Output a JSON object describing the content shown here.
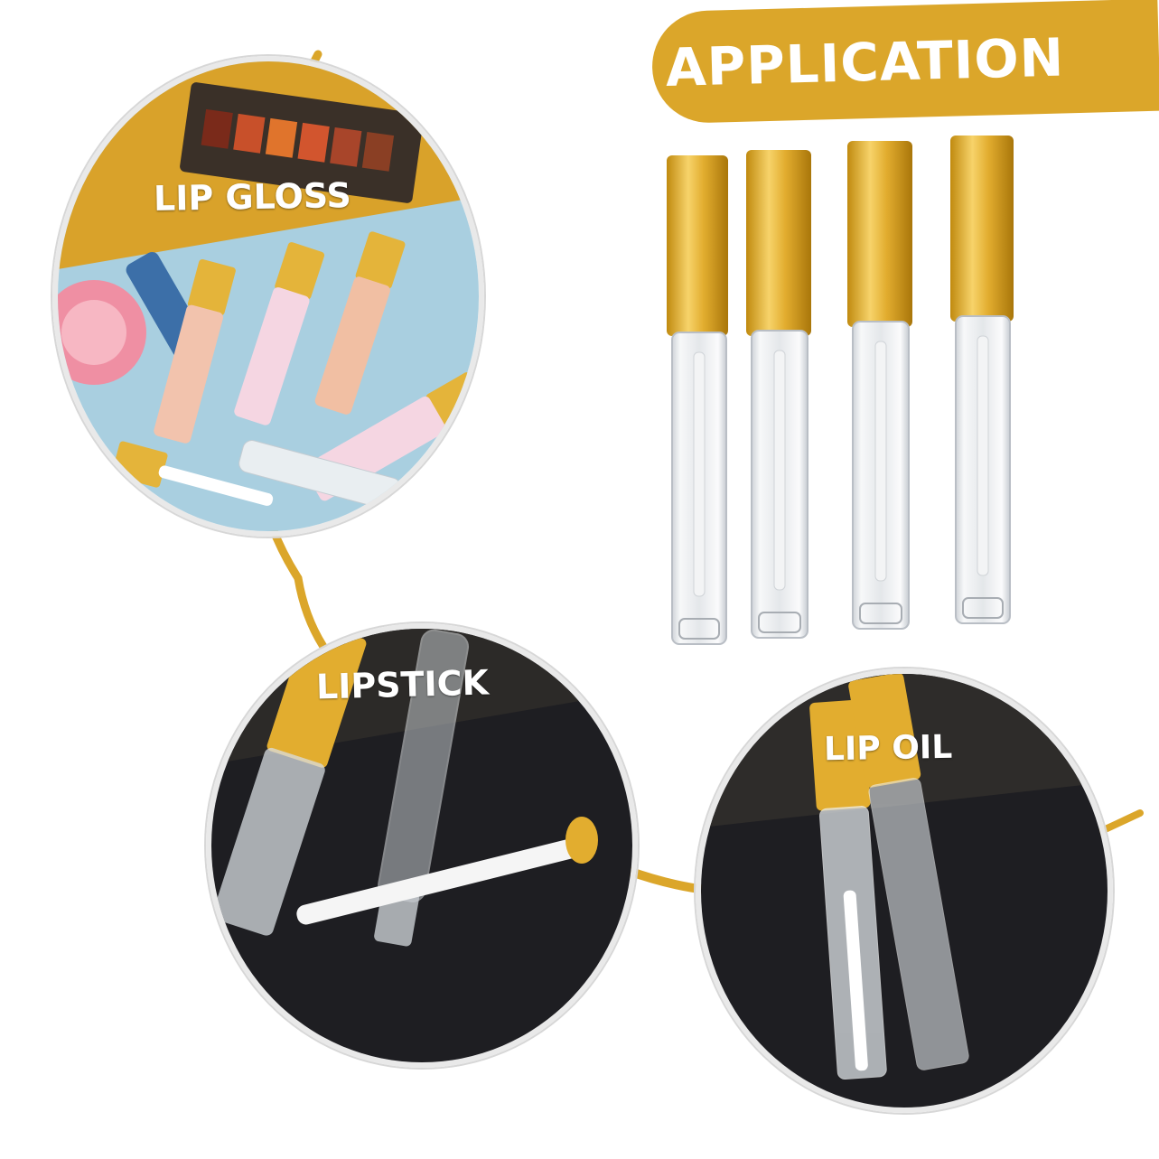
{
  "banner": {
    "label": "APPLICATION"
  },
  "uses": [
    {
      "label": "LIP GLOSS"
    },
    {
      "label": "LIPSTICK"
    },
    {
      "label": "LIP OIL"
    }
  ],
  "colors": {
    "gold": "#dba62a",
    "gold_dark": "#b98a12",
    "clear": "#e8ebee",
    "dark_bg": "#1e1e22",
    "blue_bg": "#a9cfe0"
  },
  "product": {
    "tube_count": 4
  }
}
